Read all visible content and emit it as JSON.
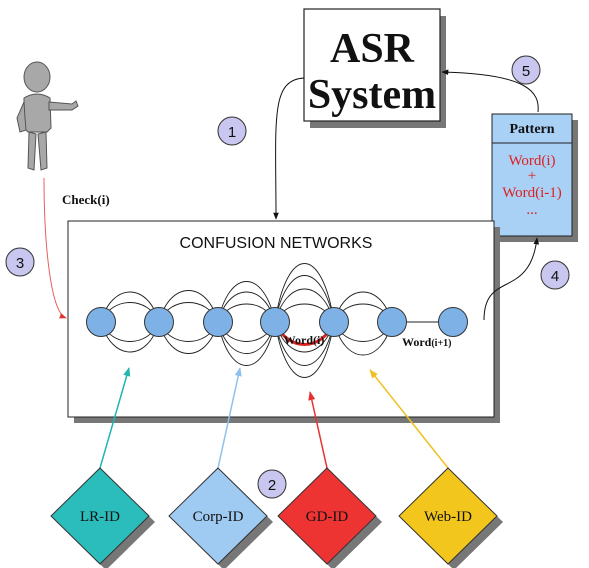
{
  "asr": {
    "line1": "ASR",
    "line2": "System"
  },
  "pattern": {
    "title": "Pattern",
    "items": [
      "Word(i)",
      "+",
      "Word(i-1)",
      "..."
    ]
  },
  "confusion_title": "CONFUSION NETWORKS",
  "labels": {
    "check": "Check(i)",
    "word_i": "Word(i)",
    "word_i1_main": "Word",
    "word_i1_sub": "(i+1)"
  },
  "steps": [
    "1",
    "2",
    "3",
    "4",
    "5"
  ],
  "diamonds": [
    {
      "label": "LR-ID",
      "color": "#2bbcbc"
    },
    {
      "label": "Corp-ID",
      "color": "#9fcaf2"
    },
    {
      "label": "GD-ID",
      "color": "#ee3333"
    },
    {
      "label": "Web-ID",
      "color": "#f2c61c"
    }
  ],
  "colors": {
    "node": "#7eb2e6",
    "step_circle": "#c9c7f0",
    "pattern_fill": "#a9d0f5",
    "highlight": "#dd2222",
    "check_arrow": "#e86060"
  }
}
